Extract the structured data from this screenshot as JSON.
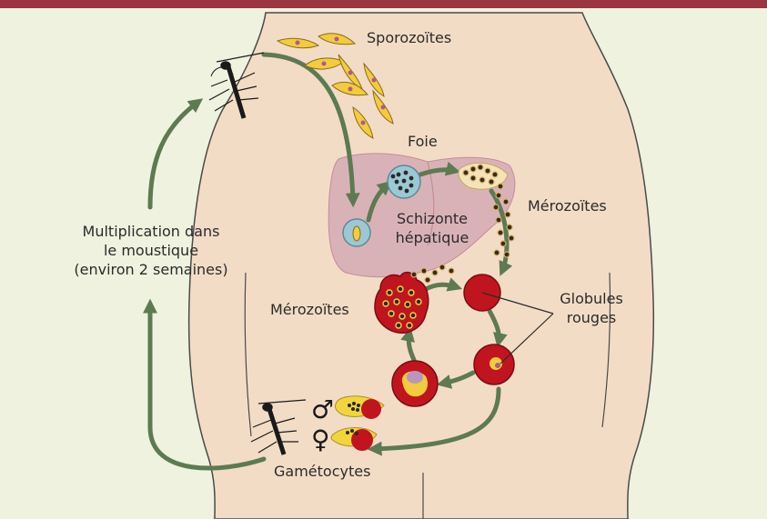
{
  "colors": {
    "background": "#eef2de",
    "top_bar": "#9b3540",
    "body_skin": "#f3dcc6",
    "body_outline": "#4a4a4a",
    "liver": "#d9b2b8",
    "arrow": "#5d7a52",
    "red_cell": "#c0151e",
    "sporozoite": "#f2cc3c",
    "gametocyte": "#f2d53c"
  },
  "labels": {
    "sporozoites": "Sporozoïtes",
    "foie": "Foie",
    "merozoites_right": "Mérozoïtes",
    "schizonte_line1": "Schizonte",
    "schizonte_line2": "hépatique",
    "multiplication_line1": "Multiplication dans",
    "multiplication_line2": "le moustique",
    "multiplication_line3": "(environ 2 semaines)",
    "merozoites_left": "Mérozoïtes",
    "globules_line1": "Globules",
    "globules_line2": "rouges",
    "gametocytes": "Gamétocytes",
    "male_symbol": "♂",
    "female_symbol": "♀"
  },
  "icons": [
    "mosquito-icon",
    "sporozoite-icon",
    "liver-icon",
    "schizont-icon",
    "red-blood-cell-icon",
    "gametocyte-icon"
  ]
}
